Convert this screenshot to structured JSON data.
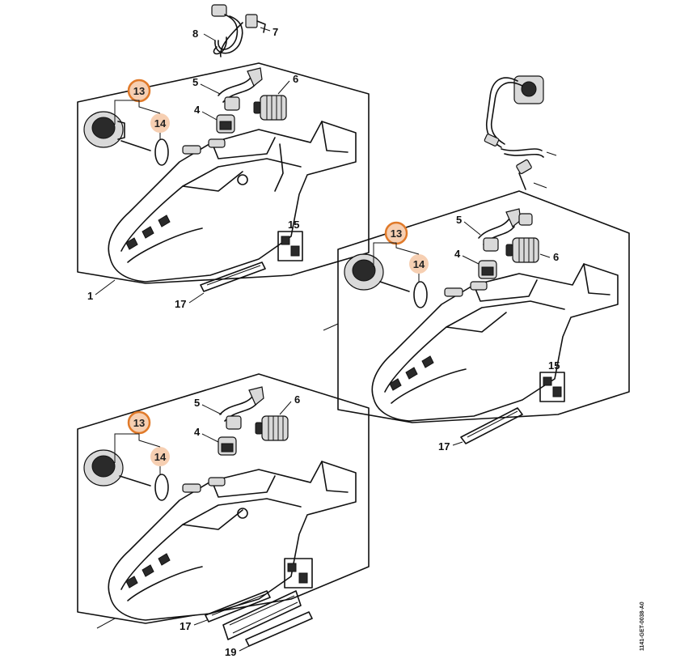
{
  "document_code": "1141-GET-0038-A0",
  "accent_colors": {
    "ring_stroke": "#e07a2a",
    "ring_fill_light": "#f6cfb2",
    "ring_fill_strong": "#f2b58a"
  },
  "top_parts": {
    "label_8": "8",
    "label_7": "7"
  },
  "panels": [
    {
      "labels": {
        "l13": "13",
        "l14": "14",
        "l5": "5",
        "l6": "6",
        "l4": "4",
        "l15": "15",
        "l17": "17",
        "l1": "1"
      }
    },
    {
      "labels": {
        "l13": "13",
        "l14": "14",
        "l5": "5",
        "l6": "6",
        "l4": "4",
        "l15": "15",
        "l17": "17"
      }
    },
    {
      "labels": {
        "l13": "13",
        "l14": "14",
        "l5": "5",
        "l6": "6",
        "l4": "4",
        "l17": "17",
        "l19": "19"
      }
    }
  ]
}
